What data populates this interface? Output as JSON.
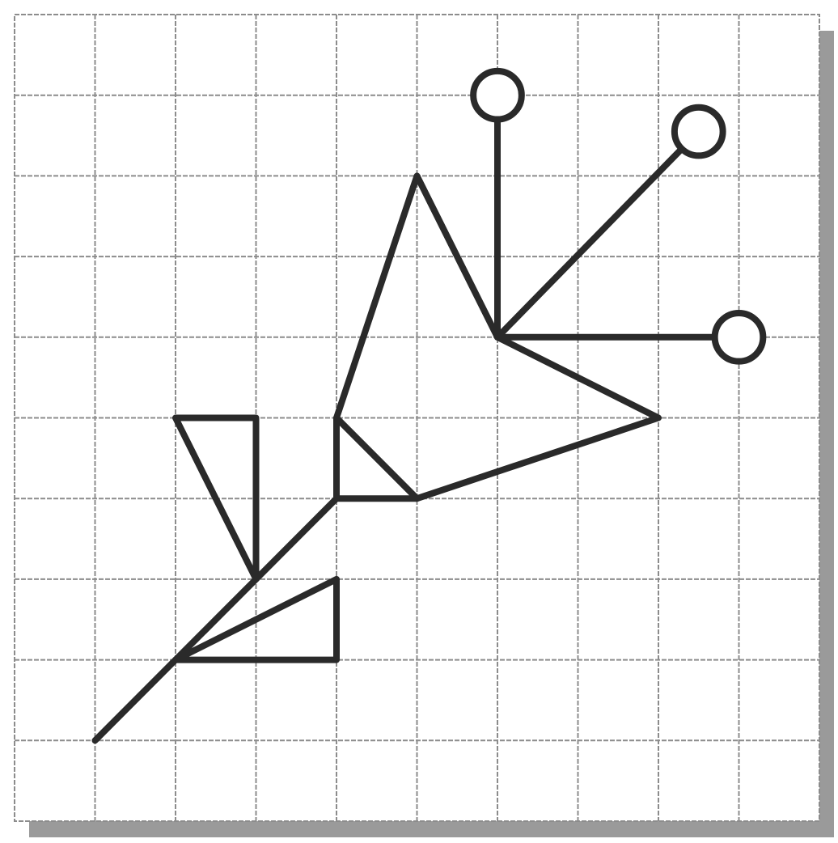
{
  "figure": {
    "kind": "grid drawing of a flowering branch made of straight segments and small circles",
    "grid": {
      "columns": 10,
      "rows": 10,
      "cell_units": 1,
      "line_style": "dashed",
      "line_color": "#8c8c8c"
    },
    "colors": {
      "paper": "#ffffff",
      "ink": "#2a2a2a",
      "shadow": "#9a9a9a"
    },
    "polylines": [
      {
        "name": "stem-segment",
        "points": [
          [
            1,
            9
          ],
          [
            2,
            8
          ],
          [
            3,
            7
          ],
          [
            4,
            6
          ]
        ]
      },
      {
        "name": "lower-leaf-left",
        "points": [
          [
            3,
            7
          ],
          [
            2,
            5
          ],
          [
            3,
            5
          ],
          [
            3,
            7
          ]
        ]
      },
      {
        "name": "lower-leaf-right",
        "points": [
          [
            2,
            8
          ],
          [
            4,
            7
          ],
          [
            4,
            8
          ],
          [
            2,
            8
          ]
        ]
      },
      {
        "name": "central-petal-left",
        "points": [
          [
            4,
            6
          ],
          [
            4,
            5
          ],
          [
            5,
            6
          ],
          [
            4,
            6
          ]
        ]
      },
      {
        "name": "central-petal-upper",
        "points": [
          [
            4,
            5
          ],
          [
            5,
            2
          ],
          [
            6,
            4
          ]
        ]
      },
      {
        "name": "central-petal-lower",
        "points": [
          [
            5,
            6
          ],
          [
            8,
            5
          ],
          [
            6,
            4
          ]
        ]
      },
      {
        "name": "stamen-vertical",
        "points": [
          [
            6,
            4
          ],
          [
            6,
            1
          ]
        ]
      },
      {
        "name": "stamen-diagonal",
        "points": [
          [
            6,
            4
          ],
          [
            8.5,
            1.45
          ]
        ]
      },
      {
        "name": "stamen-horizontal",
        "points": [
          [
            6,
            4
          ],
          [
            8.7,
            4
          ]
        ]
      }
    ],
    "circles": [
      {
        "name": "stamen-tip-top",
        "center": [
          6,
          1
        ],
        "radius": 0.3
      },
      {
        "name": "stamen-tip-diagonal",
        "center": [
          8.5,
          1.45
        ],
        "radius": 0.3
      },
      {
        "name": "stamen-tip-right",
        "center": [
          9,
          4
        ],
        "radius": 0.3
      }
    ]
  }
}
